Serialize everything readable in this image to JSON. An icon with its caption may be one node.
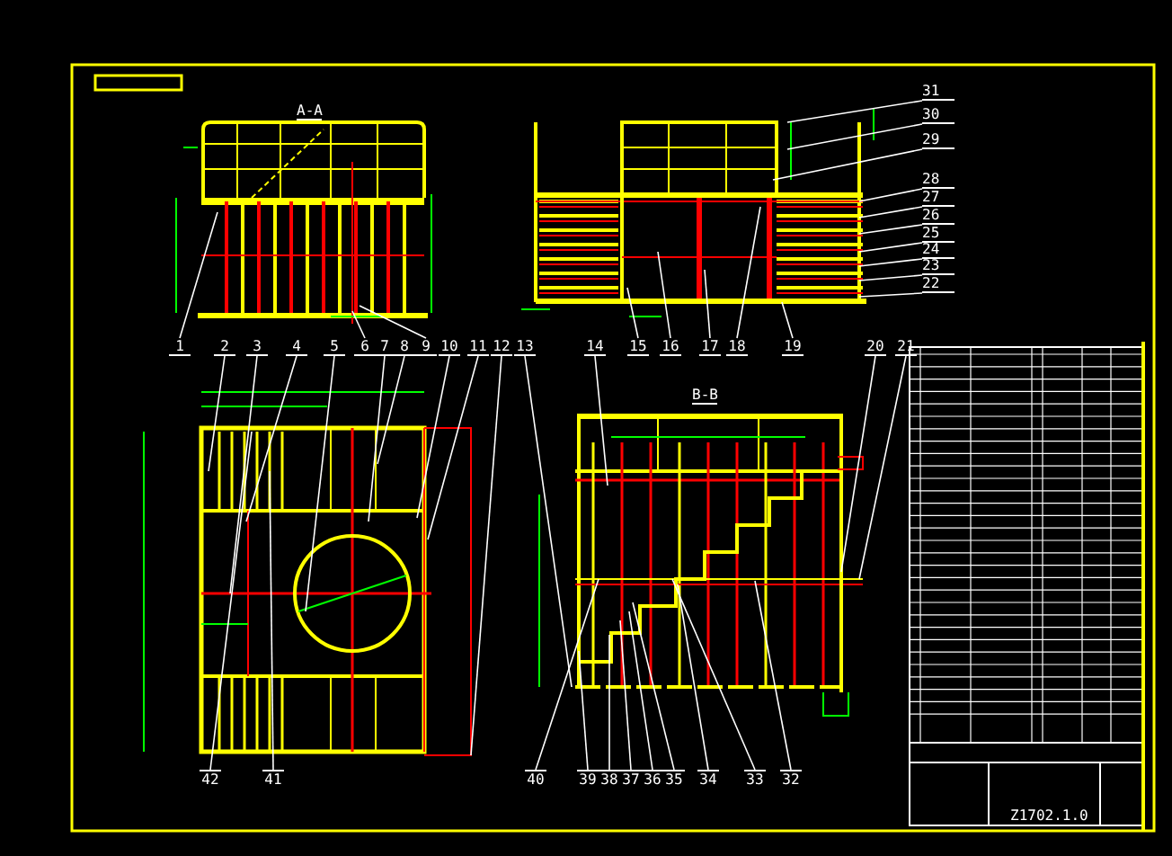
{
  "diagram": {
    "nodes": [
      {
        "text": [
          "31"
        ]
      },
      {
        "text": [
          "30"
        ]
      },
      {
        "text": [
          "29"
        ]
      },
      {
        "text": [
          "28"
        ]
      },
      {
        "text": [
          "27"
        ]
      },
      {
        "text": [
          "26"
        ]
      },
      {
        "text": [
          "25"
        ]
      },
      {
        "text": [
          "24"
        ]
      },
      {
        "text": [
          "23"
        ]
      },
      {
        "text": [
          "22"
        ]
      },
      {
        "text": [
          "1"
        ]
      },
      {
        "text": [
          "2"
        ]
      },
      {
        "text": [
          "3"
        ]
      },
      {
        "text": [
          "4"
        ]
      },
      {
        "text": [
          "5"
        ]
      },
      {
        "text": [
          "6"
        ]
      },
      {
        "text": [
          "7"
        ]
      },
      {
        "text": [
          "8"
        ]
      },
      {
        "text": [
          "9"
        ]
      },
      {
        "text": [
          "10"
        ]
      },
      {
        "text": [
          "11"
        ]
      },
      {
        "text": [
          "12"
        ]
      },
      {
        "text": [
          "13"
        ]
      },
      {
        "text": [
          "14"
        ]
      },
      {
        "text": [
          "15"
        ]
      },
      {
        "text": [
          "16"
        ]
      },
      {
        "text": [
          "17"
        ]
      },
      {
        "text": [
          "18"
        ]
      },
      {
        "text": [
          "19"
        ]
      },
      {
        "text": [
          "20"
        ]
      },
      {
        "text": [
          "21"
        ]
      },
      {
        "text": [
          "42"
        ]
      },
      {
        "text": [
          "41"
        ]
      },
      {
        "text": [
          "40"
        ]
      },
      {
        "text": [
          "39"
        ]
      },
      {
        "text": [
          "38"
        ]
      },
      {
        "text": [
          "37"
        ]
      },
      {
        "text": [
          "36"
        ]
      },
      {
        "text": [
          "35"
        ]
      },
      {
        "text": [
          "34"
        ]
      },
      {
        "text": [
          "33"
        ]
      },
      {
        "text": [
          "32"
        ]
      }
    ],
    "edges": [
      {
        "from": 0,
        "to": null,
        "arrow": "none"
      },
      {
        "from": 1,
        "to": null,
        "arrow": "none"
      },
      {
        "from": 2,
        "to": null,
        "arrow": "none"
      },
      {
        "from": 3,
        "to": null,
        "arrow": "none"
      },
      {
        "from": 4,
        "to": null,
        "arrow": "none"
      },
      {
        "from": 5,
        "to": null,
        "arrow": "none"
      },
      {
        "from": 6,
        "to": null,
        "arrow": "none"
      },
      {
        "from": 7,
        "to": null,
        "arrow": "none"
      },
      {
        "from": 8,
        "to": null,
        "arrow": "none"
      },
      {
        "from": 9,
        "to": null,
        "arrow": "none"
      },
      {
        "from": 10,
        "to": null,
        "arrow": "none"
      },
      {
        "from": 11,
        "to": null,
        "arrow": "none"
      },
      {
        "from": 12,
        "to": null,
        "arrow": "none"
      },
      {
        "from": 13,
        "to": null,
        "arrow": "none"
      },
      {
        "from": 14,
        "to": null,
        "arrow": "none"
      },
      {
        "from": 15,
        "to": null,
        "arrow": "none"
      },
      {
        "from": 16,
        "to": null,
        "arrow": "none"
      },
      {
        "from": 17,
        "to": null,
        "arrow": "none"
      },
      {
        "from": 18,
        "to": null,
        "arrow": "none"
      },
      {
        "from": 19,
        "to": null,
        "arrow": "none"
      },
      {
        "from": 20,
        "to": null,
        "arrow": "none"
      },
      {
        "from": 21,
        "to": null,
        "arrow": "none"
      },
      {
        "from": 22,
        "to": null,
        "arrow": "none"
      },
      {
        "from": 23,
        "to": null,
        "arrow": "none"
      },
      {
        "from": 24,
        "to": null,
        "arrow": "none"
      },
      {
        "from": 25,
        "to": null,
        "arrow": "none"
      },
      {
        "from": 26,
        "to": null,
        "arrow": "none"
      },
      {
        "from": 27,
        "to": null,
        "arrow": "none"
      },
      {
        "from": 28,
        "to": null,
        "arrow": "none"
      },
      {
        "from": 29,
        "to": null,
        "arrow": "none"
      },
      {
        "from": 30,
        "to": null,
        "arrow": "none"
      },
      {
        "from": 31,
        "to": null,
        "arrow": "none"
      },
      {
        "from": 32,
        "to": null,
        "arrow": "none"
      },
      {
        "from": 33,
        "to": null,
        "arrow": "none"
      },
      {
        "from": 34,
        "to": null,
        "arrow": "none"
      },
      {
        "from": 35,
        "to": null,
        "arrow": "none"
      },
      {
        "from": 36,
        "to": null,
        "arrow": "none"
      },
      {
        "from": 37,
        "to": null,
        "arrow": "none"
      },
      {
        "from": 38,
        "to": null,
        "arrow": "none"
      },
      {
        "from": 39,
        "to": null,
        "arrow": "none"
      },
      {
        "from": 40,
        "to": null,
        "arrow": "none"
      },
      {
        "from": 41,
        "to": null,
        "arrow": "none"
      }
    ],
    "labels": [
      "A-A",
      "B-B",
      "Z1702.1.0"
    ]
  }
}
